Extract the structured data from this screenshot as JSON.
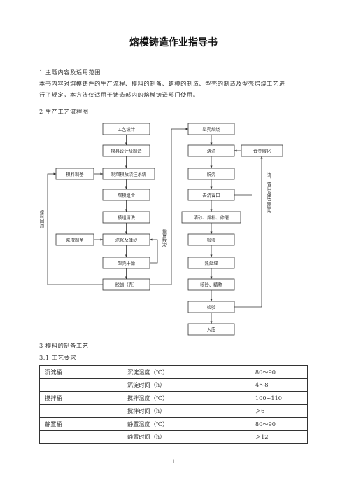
{
  "document": {
    "title": "熔模铸造作业指导书",
    "section1_heading": "1 主题内容及适用范围",
    "section1_body_line1": "本书内容对熔模铸件的生产流程、模料的制备、蜡模的制造、型壳的制造及型壳焙烧工艺进",
    "section1_body_line2": "行了规定，本方法仅适用于铸造部内的熔模铸造部门使用。",
    "section2_heading": "2 生产工艺流程图",
    "section3_heading": "3 模料的制备工艺",
    "section31_heading": "3.1 工艺要求",
    "page_number": "1"
  },
  "flowchart": {
    "left_column": [
      "工艺设计",
      "模具设计及制造",
      "制熔模及浇注系统",
      "熔模组合",
      "模组清洗",
      "涂浆及挂砂",
      "型壳干燥",
      "脱蜡（壳）"
    ],
    "side_boxes": {
      "mold_material_prep": "模料制备",
      "slurry_prep": "浆液制备",
      "alloy_melting": "合金熔化"
    },
    "right_column": [
      "型壳焙烧",
      "浇注",
      "脱壳",
      "去浇冒口",
      "清砂、焊补、修磨",
      "检验",
      "热处理",
      "喷砂、精整",
      "检验",
      "入库"
    ],
    "vertical_labels": {
      "mold_material_reuse": "模料回用",
      "repeat_times": "重复数次",
      "riser_scrap_reuse": "浇、冒口及废品回用"
    }
  },
  "requirements_table": {
    "rows": [
      [
        "沉淀桶",
        "沉淀温度（℃）",
        "80～90"
      ],
      [
        "",
        "沉淀时间（h）",
        "4～8"
      ],
      [
        "搅拌桶",
        "搅拌温度（℃）",
        "100~110"
      ],
      [
        "",
        "搅拌时间（h）",
        "＞6"
      ],
      [
        "静置桶",
        "静置温度（℃）",
        "80～90"
      ],
      [
        "",
        "静置时间（h）",
        "＞12"
      ]
    ]
  }
}
